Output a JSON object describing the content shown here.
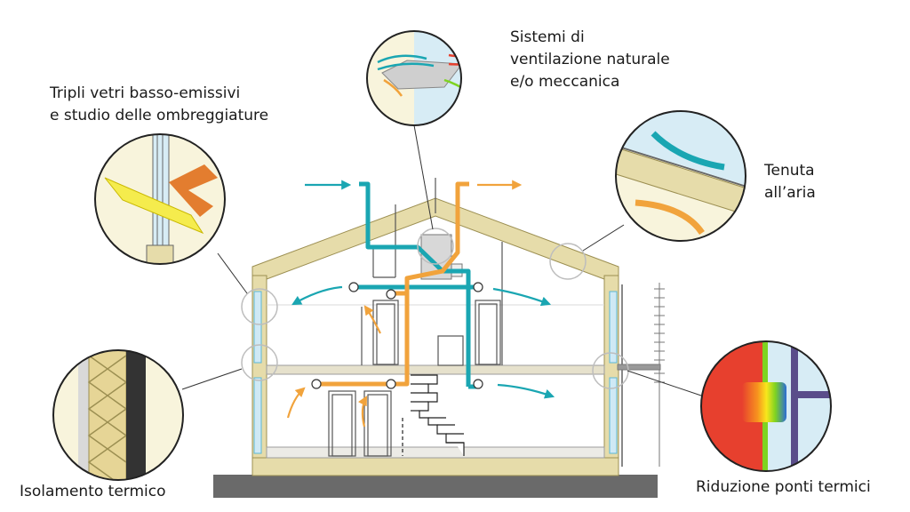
{
  "labels": {
    "ventilation": [
      "Sistemi di",
      "ventilazione naturale",
      "e/o meccanica"
    ],
    "glazing": [
      "Tripli vetri basso-emissivi",
      "e studio delle ombreggiature"
    ],
    "airtightness": [
      "Tenuta",
      "all’aria"
    ],
    "insulation": "Isolamento termico",
    "thermal_bridges": "Riduzione ponti termici"
  },
  "colors": {
    "wall": "#e6dcaa",
    "wall_edge": "#9c8f52",
    "duct_supply": "#1aa6b2",
    "duct_exhaust": "#f1a33c",
    "glass": "#cfe9f5",
    "ground": "#6a6a6a",
    "detail_line": "#bdbdbd"
  },
  "icons": [
    "supply-air-arrow",
    "exhaust-air-arrow",
    "heat-recovery-unit",
    "window",
    "staircase"
  ]
}
